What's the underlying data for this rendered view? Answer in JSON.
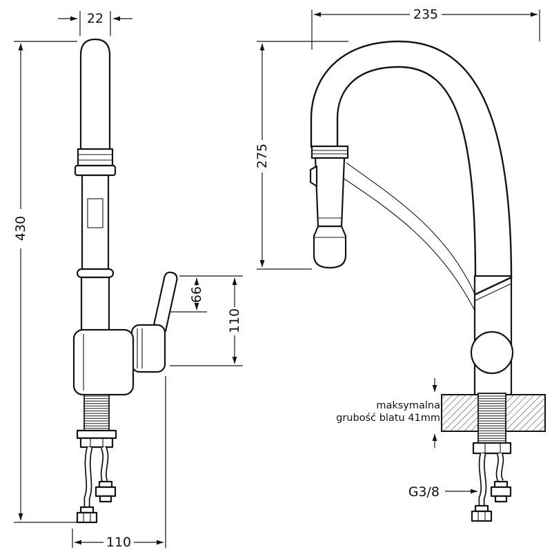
{
  "page": {
    "background": "#ffffff",
    "line_color": "#141414"
  },
  "left_view": {
    "dim_spout_width": "22",
    "dim_total_height": "430",
    "dim_66": "66",
    "dim_110": "110",
    "dim_base_width": "110"
  },
  "right_view": {
    "dim_width": "235",
    "dim_height": "275",
    "note_line1": "maksymalna",
    "note_line2": "grubość blatu 41mm",
    "thread_label": "G3/8"
  }
}
